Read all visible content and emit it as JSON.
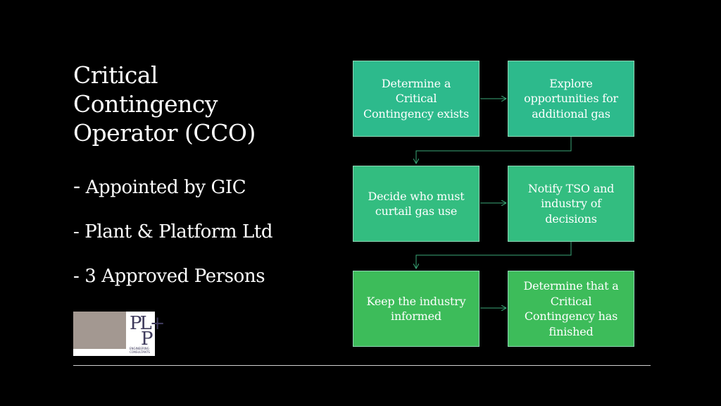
{
  "title_lines": [
    "Critical",
    "Contingency",
    "Operator (CCO)"
  ],
  "bullets": [
    {
      "dash": "-",
      "text": " Appointed by GIC"
    },
    {
      "dash": "-",
      "text": " Plant & Platform Ltd"
    },
    {
      "dash": "-",
      "text": " 3 Approved Persons"
    }
  ],
  "logo": {
    "mark": "PL+",
    "mark2": "P",
    "sub": "ENGINEERING CONSULTANTS"
  },
  "colors": {
    "box_top": "#2dba8c",
    "box_mid": "#33bd80",
    "box_bottom": "#3dbc5a",
    "box_border": "#8fd6b4",
    "connector": "#3aa878"
  },
  "flow": [
    {
      "text": "Determine a Critical Contingency exists"
    },
    {
      "text": "Explore opportunities for additional gas"
    },
    {
      "text": "Decide who must curtail gas use"
    },
    {
      "text": "Notify TSO and industry of decisions"
    },
    {
      "text": "Keep the industry informed"
    },
    {
      "text": "Determine that a Critical Contingency has finished"
    }
  ]
}
